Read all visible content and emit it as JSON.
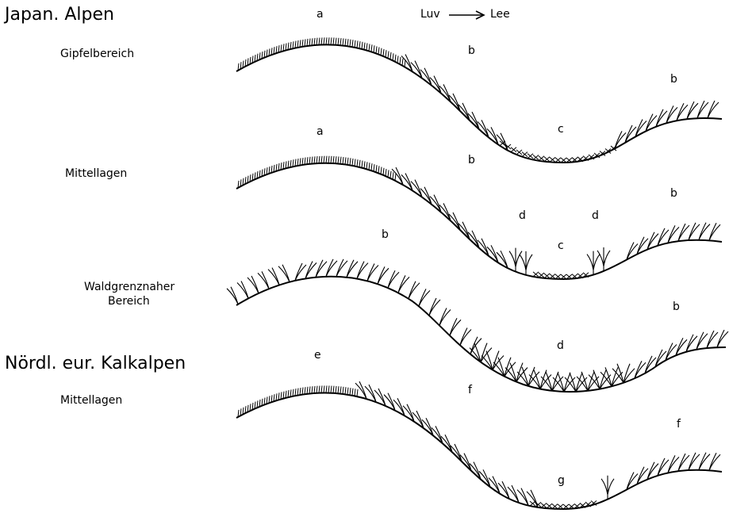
{
  "titles": {
    "japan": "Japan. Alpen",
    "europe": "Nördl. eur. Kalkalpen"
  },
  "sublabels": {
    "summit": "Gipfelbereich",
    "mid_japan": "Mittellagen",
    "treeline_line1": "Waldgrenznaher",
    "treeline_line2": "Bereich",
    "mid_europe": "Mittellagen"
  },
  "direction": {
    "windward": "Luv",
    "leeward": "Lee"
  },
  "profiles": [
    {
      "name": "Gipfelbereich",
      "letters": [
        "a",
        "b",
        "c",
        "b"
      ]
    },
    {
      "name": "Mittellagen",
      "letters": [
        "a",
        "b",
        "d",
        "c",
        "d",
        "b"
      ]
    },
    {
      "name": "Waldgrenznaher Bereich",
      "letters": [
        "b",
        "b",
        "d"
      ]
    },
    {
      "name": "Mittellagen (Kalkalpen)",
      "letters": [
        "e",
        "f",
        "g",
        "f"
      ]
    }
  ]
}
